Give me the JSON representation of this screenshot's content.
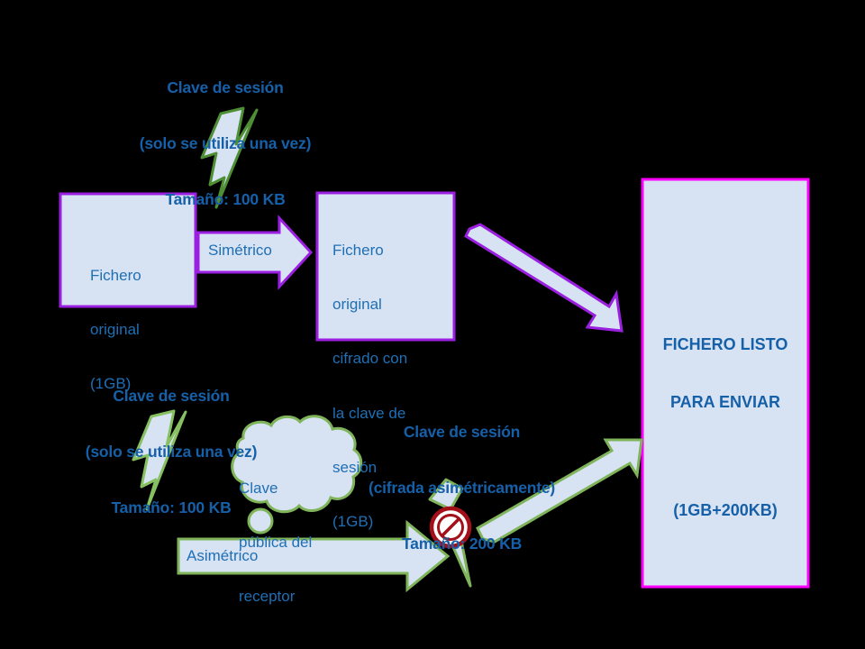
{
  "diagram": {
    "title_semantics": "Hybrid encryption: symmetric file encryption plus asymmetric session-key encryption",
    "palette": {
      "background": "#000000",
      "shape_fill": "#D7E3F2",
      "purple_stroke": "#9B1FE0",
      "magenta_stroke": "#FF00FF",
      "green_stroke": "#6FAE46",
      "light_green_stroke": "#86C061",
      "text_blue": "#1F6FB5",
      "caption_blue": "#1560A8",
      "prohibition_red": "#A41019"
    },
    "captions": [
      {
        "id": "session-key-top",
        "lines": [
          "Clave de sesión",
          "(solo se utiliza una vez)",
          "Tamaño: 100 KB"
        ]
      },
      {
        "id": "session-key-bottom",
        "lines": [
          "Clave de sesión",
          "(solo se utiliza una vez)",
          "Tamaño: 100 KB"
        ]
      },
      {
        "id": "session-key-encrypted",
        "lines": [
          "Clave de sesión",
          "(cifrada asimétricamente)",
          "Tamaño: 200 KB"
        ]
      }
    ],
    "boxes": {
      "original_file": {
        "lines": [
          "Fichero",
          "original",
          "(1GB)"
        ]
      },
      "encrypted_file": {
        "lines": [
          "Fichero",
          "original",
          "cifrado con",
          "la clave de",
          "sesión",
          "(1GB)"
        ]
      },
      "ready_file": {
        "lines": [
          "FICHERO LISTO",
          "PARA ENVIAR"
        ],
        "size": "(1GB+200KB)"
      }
    },
    "cloud": {
      "lines": [
        "Clave",
        "pública del",
        "receptor"
      ]
    },
    "arrows": {
      "symmetric_label": "Simétrico",
      "asymmetric_label": "Asimétrico"
    },
    "icons": {
      "lightning_top": "lightning-bolt-icon",
      "lightning_bottom": "lightning-bolt-icon",
      "lightning_blocked": "lightning-bolt-icon",
      "prohibition": "prohibition-icon"
    }
  }
}
